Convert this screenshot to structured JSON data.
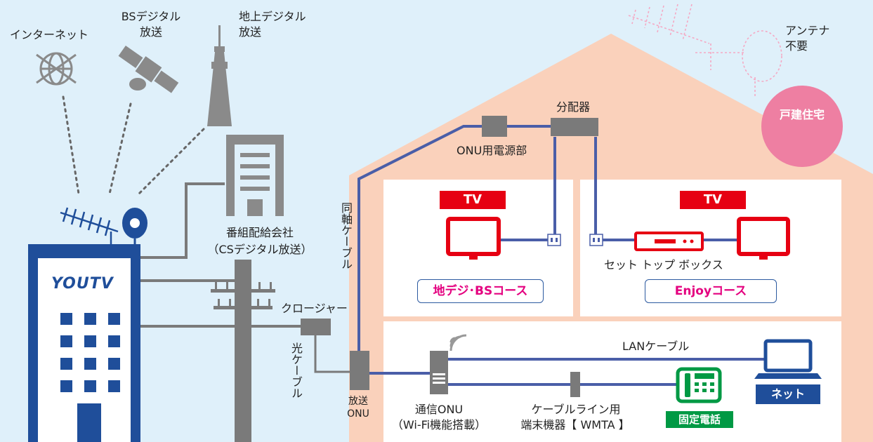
{
  "sources": {
    "internet": "インターネット",
    "bs_line1": "BSデジタル",
    "bs_line2": "放送",
    "terrestrial_line1": "地上デジタル",
    "terrestrial_line2": "放送"
  },
  "broadcaster": {
    "line1": "番組配給会社",
    "line2": "（CSデジタル放送）"
  },
  "station": {
    "logo": "YOUTV"
  },
  "cables": {
    "coaxial": "同軸ケーブル",
    "optical": "光ケーブル",
    "closure": "クロージャー",
    "lan": "LANケーブル"
  },
  "devices": {
    "onu_power": "ONU用電源部",
    "splitter": "分配器",
    "broadcast_onu_line1": "放送",
    "broadcast_onu_line2": "ONU",
    "comm_onu_line1": "通信ONU",
    "comm_onu_line2": "（Wi-Fi機能搭載）",
    "wmta_line1": "ケーブルライン用",
    "wmta_line2": "端末機器【 WMTA 】",
    "set_top_box": "セット トップ ボックス"
  },
  "rooms": {
    "left_tv": "TV",
    "right_tv": "TV",
    "left_course": "地デジ･BSコース",
    "right_course": "Enjoyコース",
    "landline": "固定電話",
    "net": "ネット"
  },
  "house": {
    "antenna_line1": "アンテナ",
    "antenna_line2": "不要",
    "type": "戸建住宅"
  },
  "colors": {
    "background": "#dff0fa",
    "house": "#fad1bb",
    "cable_blue": "#4a5ea8",
    "device_gray": "#7a7a7a",
    "tv_red": "#e60012",
    "course_pink": "#e4007f",
    "course_blue": "#1f4e9a",
    "landline_green": "#009944",
    "badge_pink": "#ee7fa2"
  }
}
